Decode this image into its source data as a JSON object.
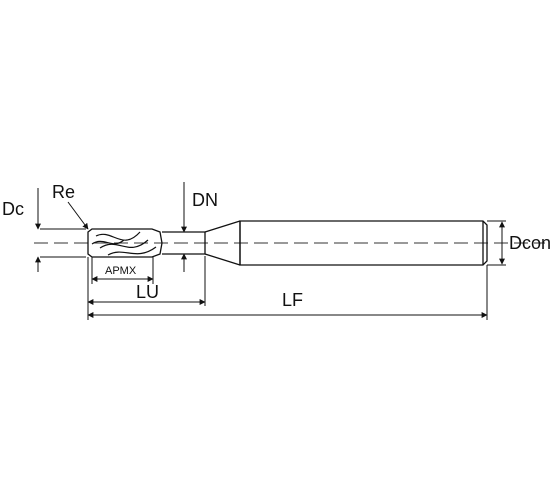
{
  "labels": {
    "dc": "Dc",
    "re": "Re",
    "dn": "DN",
    "dcon": "Dcon",
    "apmx": "APMX",
    "lu": "LU",
    "lf": "LF"
  },
  "colors": {
    "line": "#111111",
    "background": "#ffffff"
  }
}
